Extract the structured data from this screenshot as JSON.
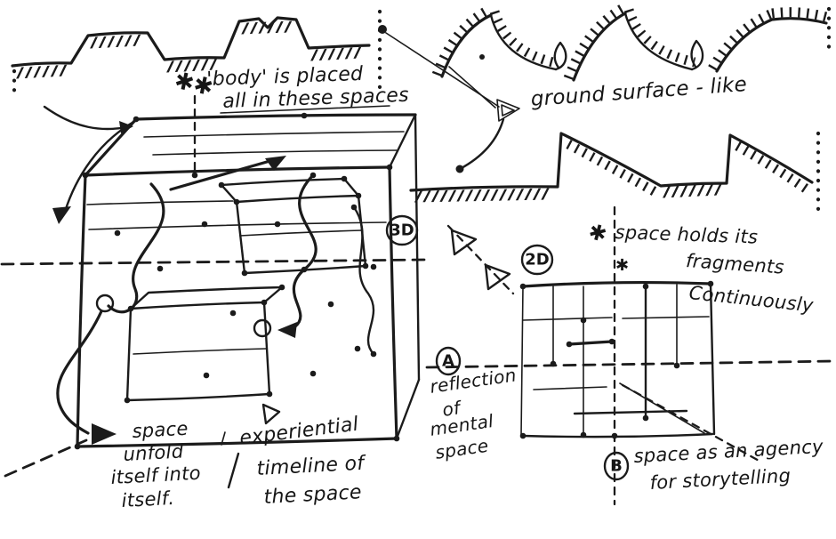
{
  "canvas": {
    "background": "#ffffff",
    "ink": "#1b1b1b",
    "description": "hand-drawn architectural concept sketch, two terrain sections, a 3D cube space diagram and a 2D grid diagram"
  },
  "annotations": {
    "body_marks": "✱✱",
    "body_line1": "'body' is placed",
    "body_line2": "all in these spaces",
    "ground_surface": "ground surface - like",
    "label_3d": "3D",
    "label_2d": "2D",
    "holds_mark1": "✱",
    "holds_mark2": "✱",
    "holds_line1": "space holds its",
    "holds_line2": "fragments",
    "holds_line3": "Continuously",
    "label_a": "A",
    "reflection_line1": "reflection",
    "reflection_line2": "of",
    "reflection_line3": "mental",
    "reflection_line4": "space",
    "label_b": "B",
    "agency_line1": "space as an agency",
    "agency_line2": "for storytelling",
    "unfold_line1": "space",
    "unfold_line2": "unfold",
    "unfold_line3": "itself into",
    "unfold_line4": "itself.",
    "exp_line1": "experiential",
    "exp_line2": "timeline of",
    "exp_line3": "the space"
  }
}
